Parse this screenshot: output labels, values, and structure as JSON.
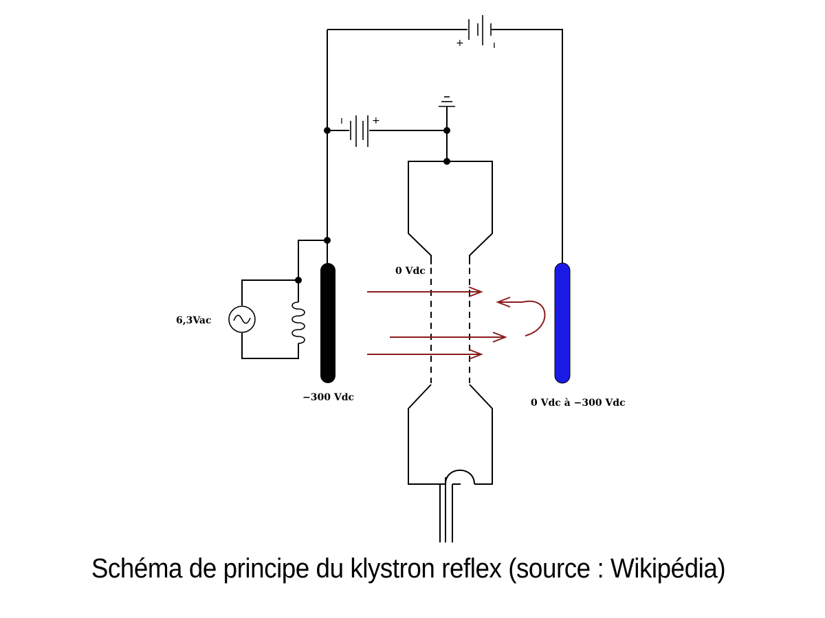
{
  "caption": "Schéma de principe du klystron reflex (source : Wikipédia)",
  "labels": {
    "heater_voltage": "6,3Vac",
    "cathode_voltage": "−300 Vdc",
    "grid_voltage": "0 Vdc",
    "reflector_voltage": "0 Vdc à −300 Vdc"
  },
  "polarity": {
    "plus": "+",
    "minus": "ı"
  },
  "colors": {
    "cathode": "#000000",
    "reflector": "#1a1ae6",
    "electron_beam": "#8b1a1a",
    "wiring": "#000000"
  }
}
